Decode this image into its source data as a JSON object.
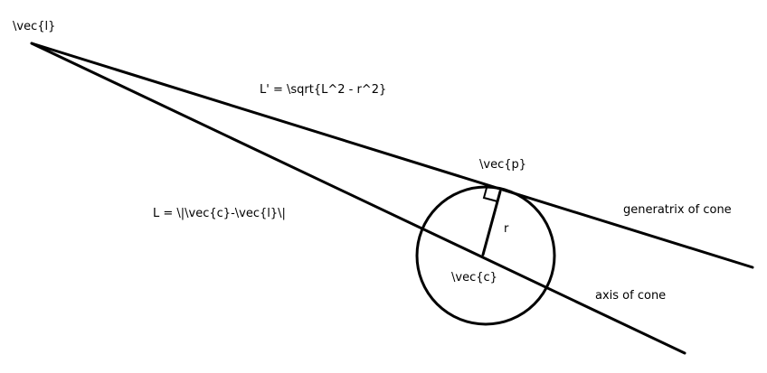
{
  "labels": {
    "point_l": "\\vec{l}",
    "l_prime": "L' = \\sqrt{L^2 - r^2}",
    "point_p": "\\vec{p}",
    "generatrix": "generatrix of cone",
    "length_L": "L = \\|\\vec{c}-\\vec{l}\\|",
    "radius": "r",
    "point_c": "\\vec{c}",
    "axis": "axis of cone"
  },
  "colors": {
    "stroke": "#000000",
    "background": "#ffffff"
  }
}
